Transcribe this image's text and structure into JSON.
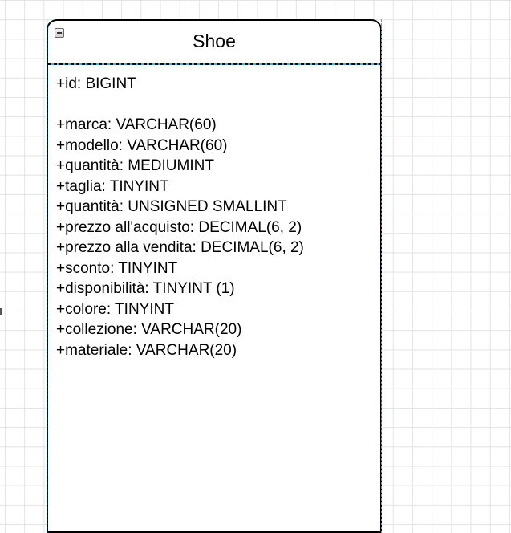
{
  "class": {
    "name": "Shoe",
    "collapse_icon": "minus-box-icon",
    "id_attribute": "+id: BIGINT",
    "attributes": [
      "+marca: VARCHAR(60)",
      "+modello: VARCHAR(60)",
      "+quantità: MEDIUMINT",
      "+taglia: TINYINT",
      "+quantità: UNSIGNED SMALLINT",
      "+prezzo all'acquisto: DECIMAL(6, 2)",
      "+prezzo alla vendita: DECIMAL(6, 2)",
      "+sconto: TINYINT",
      "+disponibilità: TINYINT (1)",
      "+colore: TINYINT",
      "+collezione: VARCHAR(20)",
      "+materiale: VARCHAR(20)"
    ]
  },
  "colors": {
    "grid": "#e3e3e3",
    "border": "#000000",
    "selection": "#29b6f2"
  }
}
